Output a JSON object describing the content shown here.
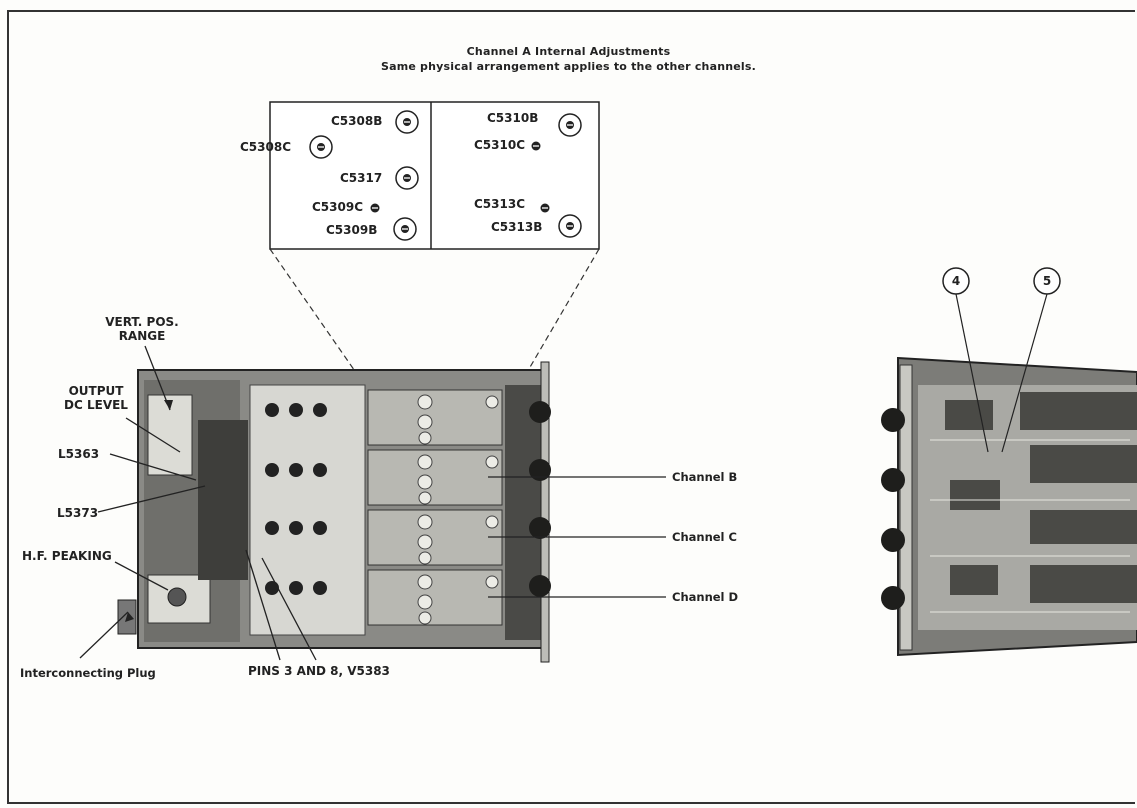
{
  "header": {
    "title": "Channel A Internal Adjustments",
    "subtitle": "Same physical arrangement applies to the other channels."
  },
  "inset": {
    "left": [
      "C5308B",
      "C5308C",
      "C5317",
      "C5309C",
      "C5309B"
    ],
    "right": [
      "C5310B",
      "C5310C",
      "C5313C",
      "C5313B"
    ]
  },
  "callouts": {
    "vert_pos_range": [
      "VERT. POS.",
      "RANGE"
    ],
    "output_dc_level": [
      "OUTPUT",
      "DC LEVEL"
    ],
    "l5363": "L5363",
    "l5373": "L5373",
    "hf_peaking": "H.F. PEAKING",
    "interconnecting_plug": "Interconnecting Plug",
    "pins": "PINS 3 AND 8, V5383",
    "channel_b": "Channel B",
    "channel_c": "Channel C",
    "channel_d": "Channel D"
  },
  "right_view": {
    "markers": [
      "4",
      "5"
    ]
  }
}
